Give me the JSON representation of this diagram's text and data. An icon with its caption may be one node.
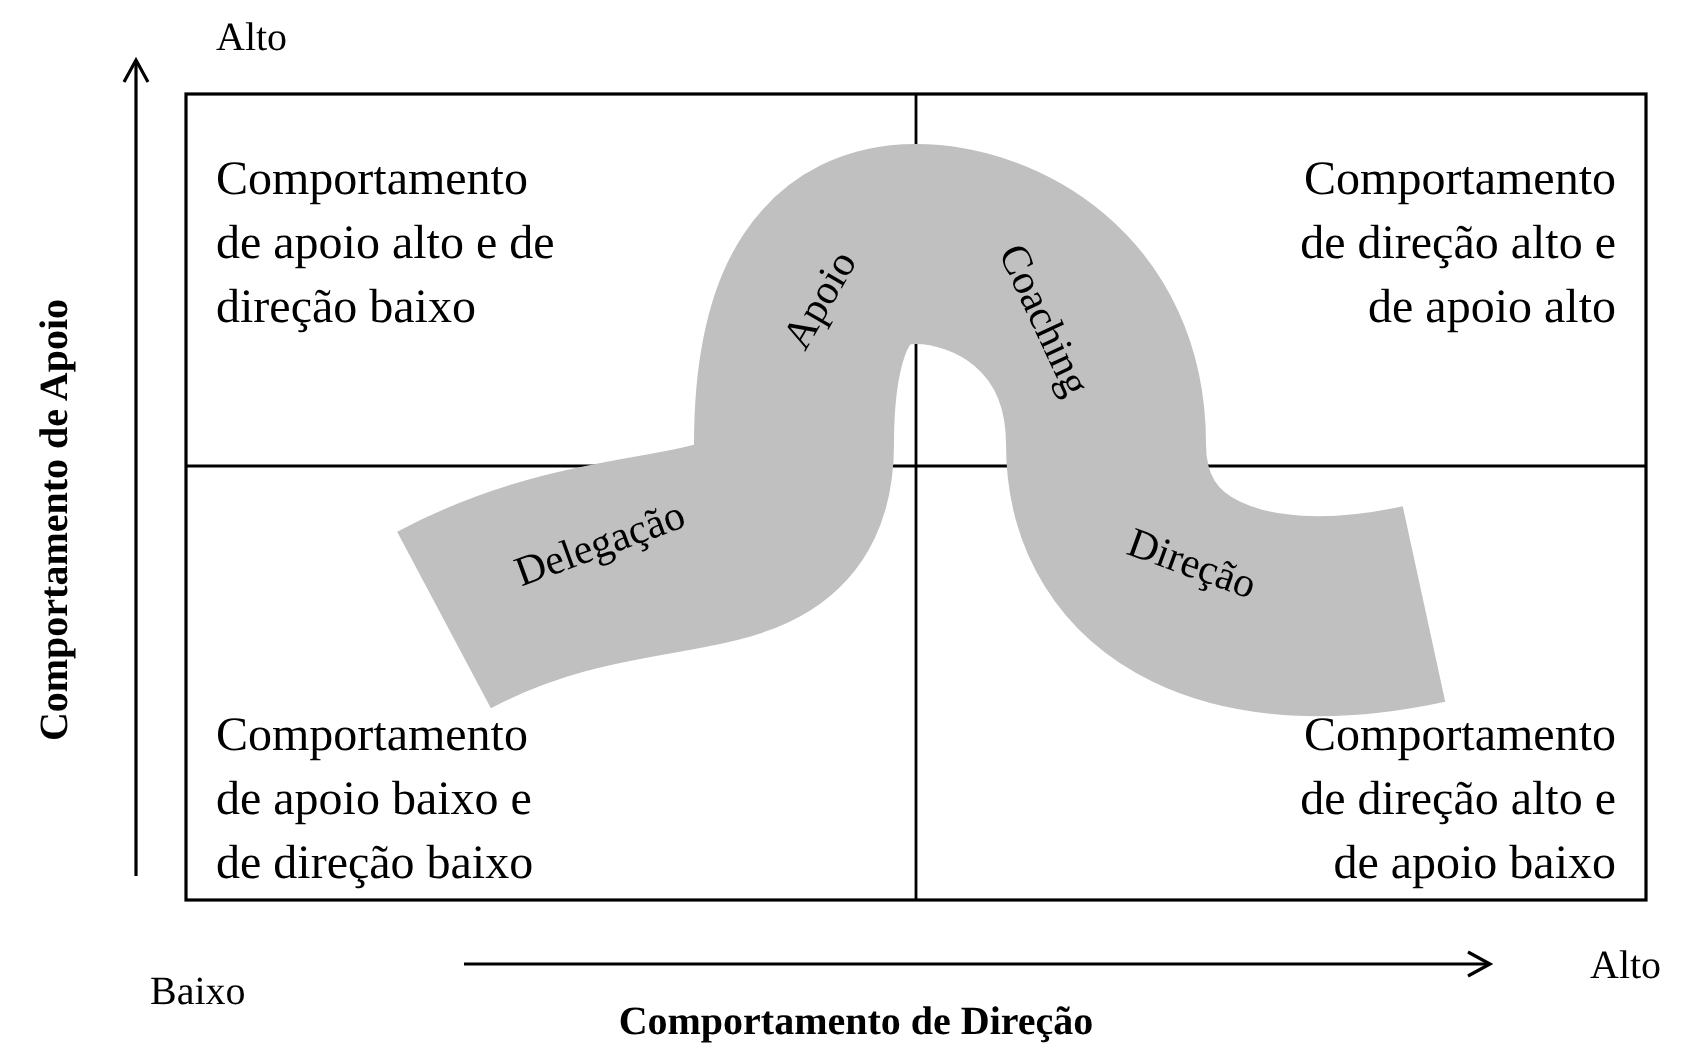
{
  "diagram": {
    "nodes": [
      {
        "text": [
          "Delegação",
          "Apoio",
          "Coaching",
          "Direção"
        ]
      }
    ],
    "edges": [],
    "labels": [
      "Alto",
      "Comportamento de apoio alto e de direção baixo",
      "Comportamento de direção alto e de apoio alto",
      "Comportamento de Apoio",
      "Comportamento de apoio baixo e de direção baixo",
      "Comportamento de direção alto e de apoio baixo",
      "Baixo",
      "Alto",
      "Comportamento de Direção"
    ]
  }
}
